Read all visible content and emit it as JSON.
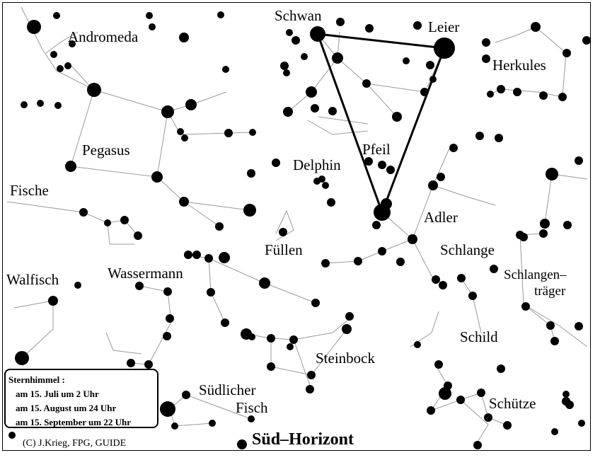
{
  "constellations": {
    "andromeda": "Andromeda",
    "schwan": "Schwan",
    "leier": "Leier",
    "herkules": "Herkules",
    "pegasus": "Pegasus",
    "pfeil": "Pfeil",
    "delphin": "Delphin",
    "fische": "Fische",
    "adler": "Adler",
    "fuellen": "Füllen",
    "schlange": "Schlange",
    "walfisch": "Walfisch",
    "wassermann": "Wassermann",
    "schlangentraeger_1": "Schlangen–",
    "schlangentraeger_2": "träger",
    "schild": "Schild",
    "steinbock": "Steinbock",
    "suedlicher_fisch_1": "Südlicher",
    "suedlicher_fisch_2": "Fisch",
    "schuetze": "Schütze"
  },
  "horizon_label": "Süd–Horizont",
  "info_box": {
    "title": "Sternhimmel :",
    "lines": [
      "am 15. Juli um 2 Uhr",
      "am 15. August um 24 Uhr",
      "am 15. September um 22 Uhr"
    ]
  },
  "credit": "(C) J.Krieg, FPG, GUIDE",
  "colors": {
    "background": "#ffffff",
    "ink": "#000000",
    "lines": "#999999"
  }
}
